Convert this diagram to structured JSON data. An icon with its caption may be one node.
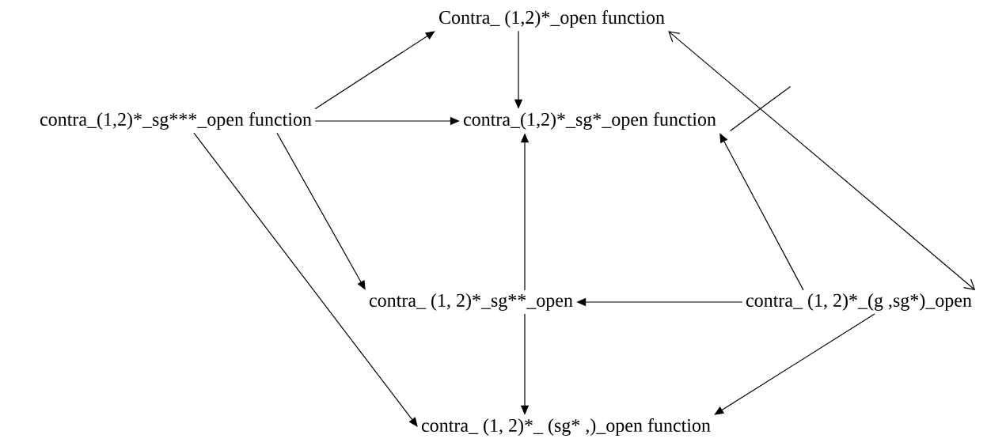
{
  "diagram": {
    "nodes": [
      {
        "text": [
          "Contra_ (1,2)*_open function"
        ]
      },
      {
        "text": [
          "contra_(1,2)*_sg***_open function"
        ]
      },
      {
        "text": [
          "contra_(1,2)*_sg*_open function"
        ]
      },
      {
        "text": [
          "contra_ (1, 2)*_sg**_open"
        ]
      },
      {
        "text": [
          "contra_ (1, 2)*_(g ,sg*)_open"
        ]
      },
      {
        "text": [
          "contra_ (1, 2)*_ (sg* ,)_open function"
        ]
      }
    ],
    "edges": [
      {
        "from": 1,
        "to": 0,
        "arrow": "to"
      },
      {
        "from": 0,
        "to": 2,
        "arrow": "to"
      },
      {
        "from": 1,
        "to": 2,
        "arrow": "to"
      },
      {
        "from": 1,
        "to": 3,
        "arrow": "to"
      },
      {
        "from": 1,
        "to": 5,
        "arrow": "to"
      },
      {
        "from": 3,
        "to": 2,
        "arrow": "to"
      },
      {
        "from": 4,
        "to": 2,
        "arrow": "to"
      },
      {
        "from": 4,
        "to": 3,
        "arrow": "to"
      },
      {
        "from": 3,
        "to": 5,
        "arrow": "to"
      },
      {
        "from": 4,
        "to": 5,
        "arrow": "to"
      },
      {
        "from": 0,
        "to": 4,
        "arrow": "both"
      }
    ]
  }
}
